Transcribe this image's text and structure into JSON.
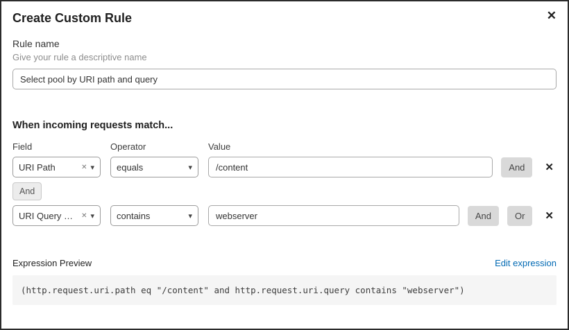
{
  "dialog": {
    "title": "Create Custom Rule",
    "close_icon": "✕"
  },
  "rule_name": {
    "label": "Rule name",
    "helper": "Give your rule a descriptive name",
    "value": "Select pool by URI path and query"
  },
  "match_section": {
    "heading": "When incoming requests match...",
    "columns": {
      "field": "Field",
      "operator": "Operator",
      "value": "Value"
    },
    "connector_label": "And",
    "rows": [
      {
        "field": "URI Path",
        "operator": "equals",
        "value": "/content",
        "and_label": "And",
        "clear_icon": "✕",
        "chevron_icon": "▾",
        "delete_icon": "✕"
      },
      {
        "field": "URI Query St...",
        "operator": "contains",
        "value": "webserver",
        "and_label": "And",
        "or_label": "Or",
        "clear_icon": "✕",
        "chevron_icon": "▾",
        "delete_icon": "✕"
      }
    ]
  },
  "expression": {
    "label": "Expression Preview",
    "edit_link": "Edit expression",
    "code": "(http.request.uri.path eq \"/content\" and http.request.uri.query contains \"webserver\")"
  },
  "colors": {
    "link": "#0069b3",
    "logic_button_bg": "#d9d9d9",
    "connector_bg": "#ececec",
    "code_bg": "#f5f5f5",
    "dialog_border": "#2b2b2b"
  }
}
